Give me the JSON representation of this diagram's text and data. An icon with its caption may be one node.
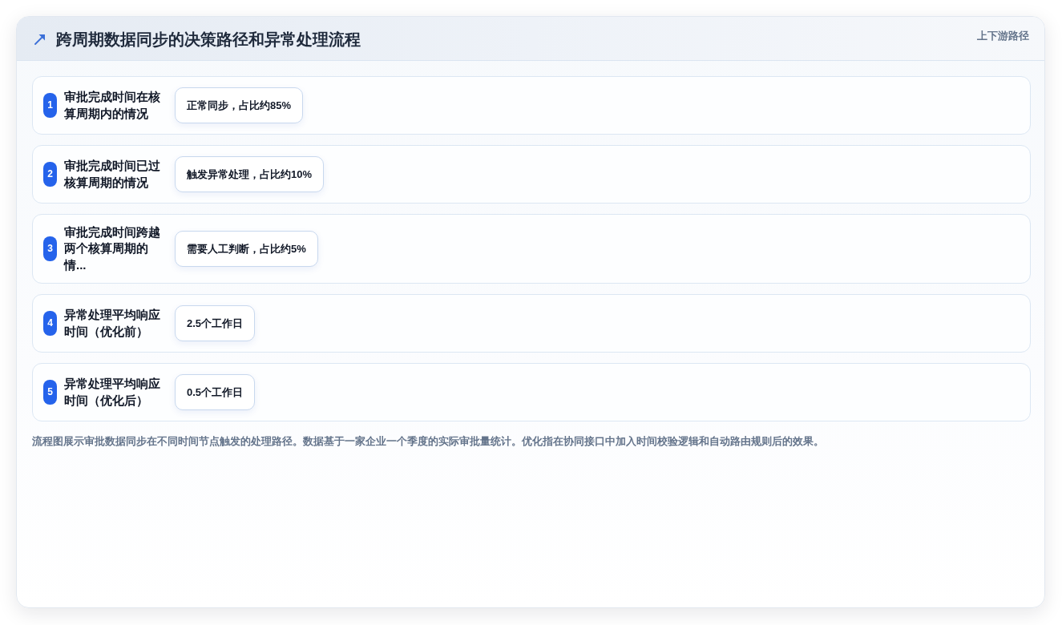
{
  "diagram": {
    "title": "跨周期数据同步的决策路径和异常处理流程",
    "nodes": [
      {
        "text": [
          "1",
          "审批完成时间在核算周期内的情况"
        ]
      },
      {
        "text": [
          "正常同步，占比约85%"
        ],
        "in": 0
      },
      {
        "text": [
          "2",
          "审批完成时间已过核算周期的情况"
        ]
      },
      {
        "text": [
          "触发异常处理，占比约10%"
        ],
        "in": 2
      },
      {
        "text": [
          "3",
          "审批完成时间跨越两个核算周期的情..."
        ]
      },
      {
        "text": [
          "需要人工判断，占比约5%"
        ],
        "in": 4
      },
      {
        "text": [
          "4",
          "异常处理平均响应时间（优化前）"
        ]
      },
      {
        "text": [
          "2.5个工作日"
        ],
        "in": 6
      },
      {
        "text": [
          "5",
          "异常处理平均响应时间（优化后）"
        ]
      },
      {
        "text": [
          "0.5个工作日"
        ],
        "in": 8
      }
    ],
    "labels": [
      "上下游路径"
    ],
    "caption": "流程图展示审批数据同步在不同时间节点触发的处理路径。数据基于一家企业一个季度的实际审批量统计。优化指在协同接口中加入时间校验逻辑和自动路由规则后的效果。"
  }
}
